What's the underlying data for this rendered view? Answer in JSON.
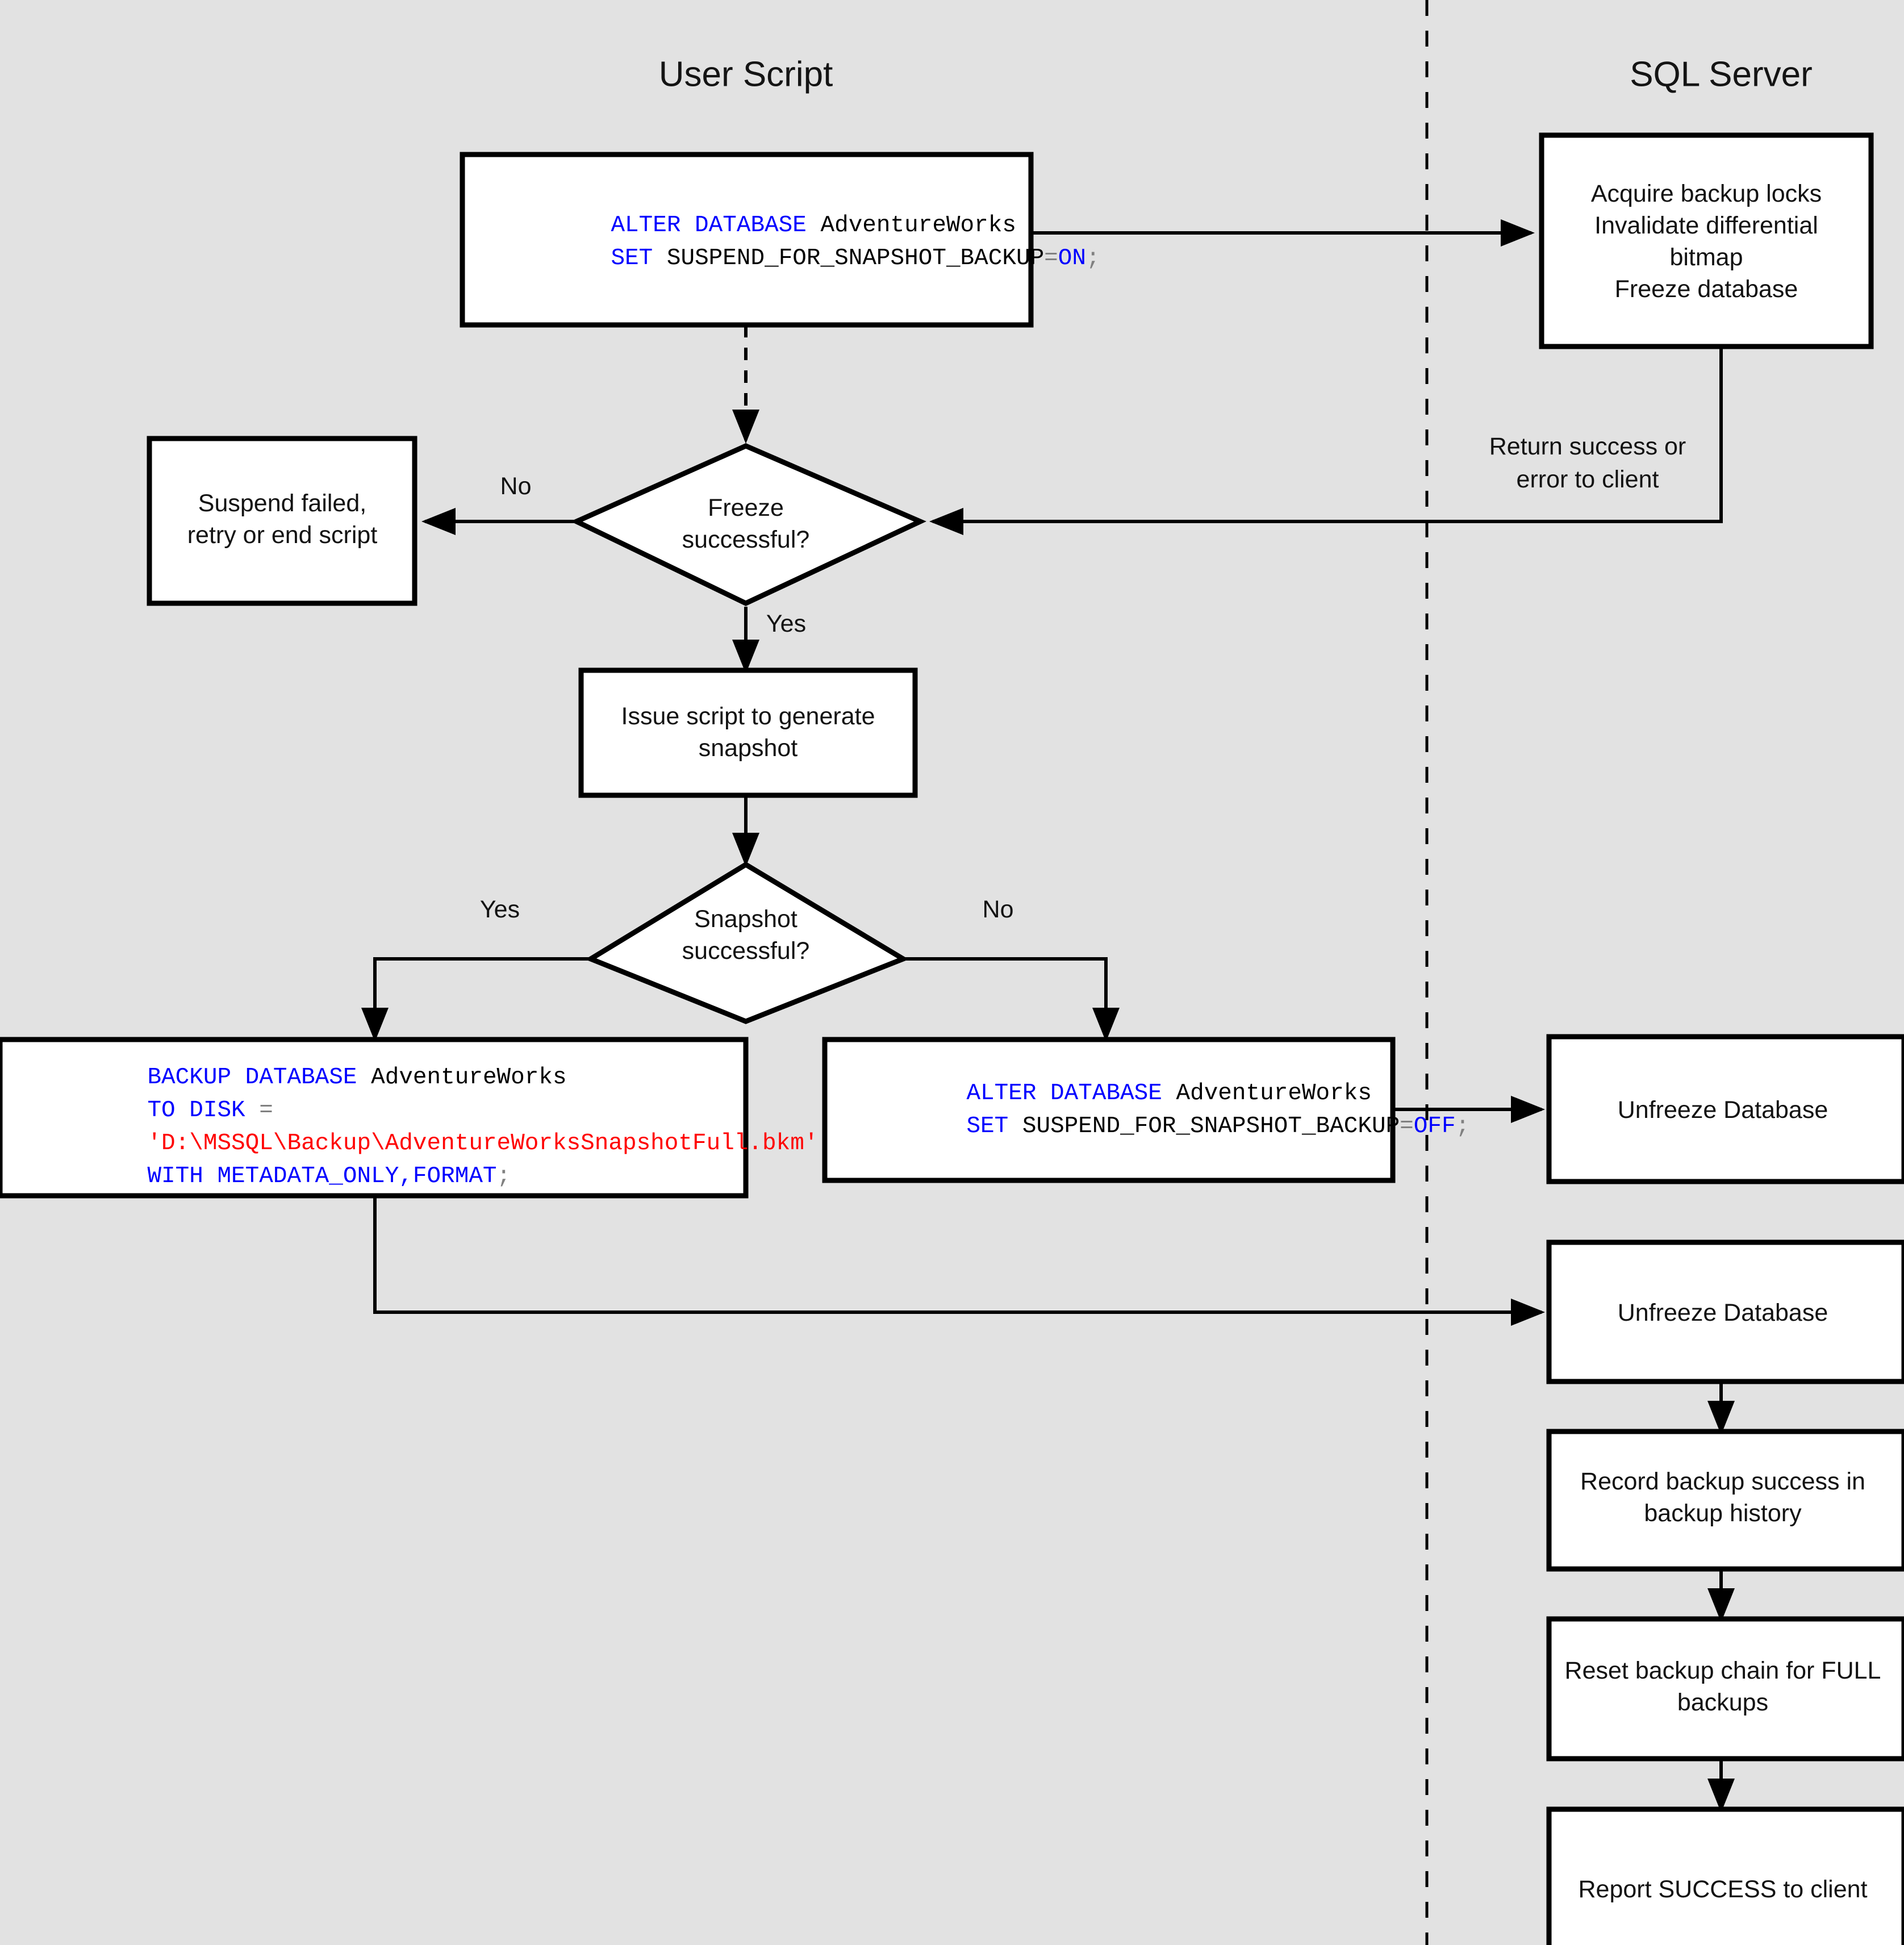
{
  "lanes": [
    {
      "id": "user-script",
      "title": "User Script"
    },
    {
      "id": "sql-server",
      "title": "SQL Server"
    }
  ],
  "nodes": {
    "alter_on": {
      "type": "code",
      "lines": [
        [
          {
            "t": "ALTER DATABASE ",
            "c": "kw"
          },
          {
            "t": "AdventureWorks",
            "c": "plain"
          }
        ],
        [
          {
            "t": "SET ",
            "c": "kw"
          },
          {
            "t": "SUSPEND_FOR_SNAPSHOT_BACKUP",
            "c": "plain"
          },
          {
            "t": "=",
            "c": "op"
          },
          {
            "t": "ON",
            "c": "kw"
          },
          {
            "t": ";",
            "c": "op"
          }
        ]
      ]
    },
    "acquire_locks": {
      "type": "process",
      "lines": [
        "Acquire backup locks",
        "Invalidate differential",
        "bitmap",
        "Freeze database"
      ]
    },
    "suspend_failed": {
      "type": "process",
      "lines": [
        "Suspend failed,",
        "retry or end script"
      ]
    },
    "freeze_decision": {
      "type": "decision",
      "lines": [
        "Freeze",
        "successful?"
      ]
    },
    "issue_script": {
      "type": "process",
      "lines": [
        "Issue script to generate",
        "snapshot"
      ]
    },
    "snapshot_decision": {
      "type": "decision",
      "lines": [
        "Snapshot",
        "successful?"
      ]
    },
    "backup_database": {
      "type": "code",
      "lines": [
        [
          {
            "t": "BACKUP DATABASE ",
            "c": "kw"
          },
          {
            "t": "AdventureWorks",
            "c": "plain"
          }
        ],
        [
          {
            "t": "TO DISK ",
            "c": "kw"
          },
          {
            "t": "=",
            "c": "op"
          }
        ],
        [
          {
            "t": "'D:\\MSSQL\\Backup\\AdventureWorksSnapshotFull.bkm'",
            "c": "str"
          }
        ],
        [
          {
            "t": "WITH METADATA_ONLY,FORMAT",
            "c": "kw"
          },
          {
            "t": ";",
            "c": "op"
          }
        ]
      ]
    },
    "alter_off": {
      "type": "code",
      "lines": [
        [
          {
            "t": "ALTER DATABASE ",
            "c": "kw"
          },
          {
            "t": "AdventureWorks",
            "c": "plain"
          }
        ],
        [
          {
            "t": "SET ",
            "c": "kw"
          },
          {
            "t": "SUSPEND_FOR_SNAPSHOT_BACKUP",
            "c": "plain"
          },
          {
            "t": "=",
            "c": "op"
          },
          {
            "t": "OFF",
            "c": "kw"
          },
          {
            "t": ";",
            "c": "op"
          }
        ]
      ]
    },
    "unfreeze_1": {
      "type": "process",
      "lines": [
        "Unfreeze Database"
      ]
    },
    "unfreeze_2": {
      "type": "process",
      "lines": [
        "Unfreeze Database"
      ]
    },
    "record_history": {
      "type": "process",
      "lines": [
        "Record backup success in",
        "backup history"
      ]
    },
    "reset_chain": {
      "type": "process",
      "lines": [
        "Reset backup chain for FULL",
        "backups"
      ]
    },
    "report_success": {
      "type": "process",
      "lines": [
        "Report SUCCESS to client"
      ]
    }
  },
  "edge_labels": {
    "return_status": [
      "Return success or",
      "error to client"
    ],
    "freeze_no": "No",
    "freeze_yes": "Yes",
    "snapshot_yes": "Yes",
    "snapshot_no": "No"
  },
  "colors": {
    "background": "#e2e2e2",
    "node_fill": "#ffffff",
    "stroke": "#000000",
    "keyword": "#0000ff",
    "string": "#ff0000",
    "operator": "#808080",
    "text": "#121212"
  }
}
